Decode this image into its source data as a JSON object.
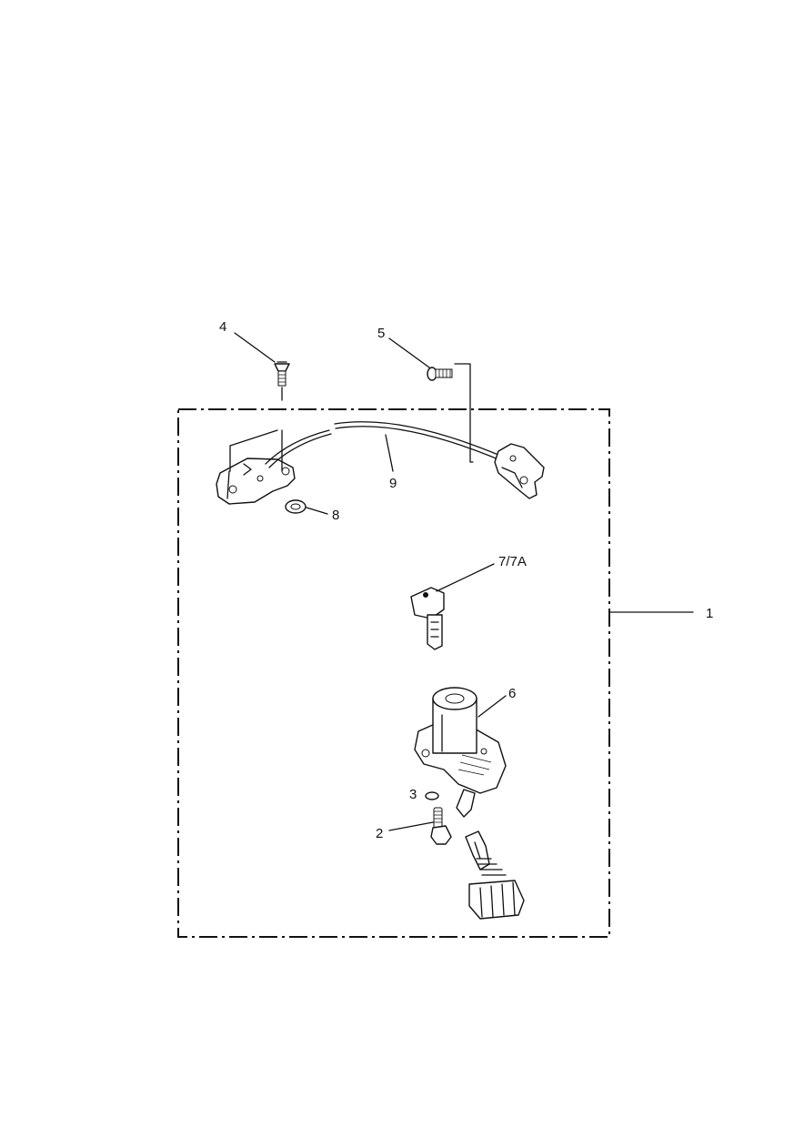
{
  "diagram": {
    "callouts": [
      {
        "id": "1",
        "label": "1"
      },
      {
        "id": "2",
        "label": "2"
      },
      {
        "id": "3",
        "label": "3"
      },
      {
        "id": "4",
        "label": "4"
      },
      {
        "id": "5",
        "label": "5"
      },
      {
        "id": "6",
        "label": "6"
      },
      {
        "id": "7",
        "label": "7/7A"
      },
      {
        "id": "8",
        "label": "8"
      },
      {
        "id": "9",
        "label": "9"
      }
    ],
    "parts": {
      "kit_boundary": "kit-boundary",
      "part_1": "lock-set-kit",
      "part_2": "shear-bolt",
      "part_3": "o-ring",
      "part_4": "countersunk-screw",
      "part_5": "pan-screw",
      "part_6": "ignition-switch-barrel",
      "part_7": "key",
      "part_8": "washer",
      "part_9": "seat-lock-cable"
    }
  }
}
